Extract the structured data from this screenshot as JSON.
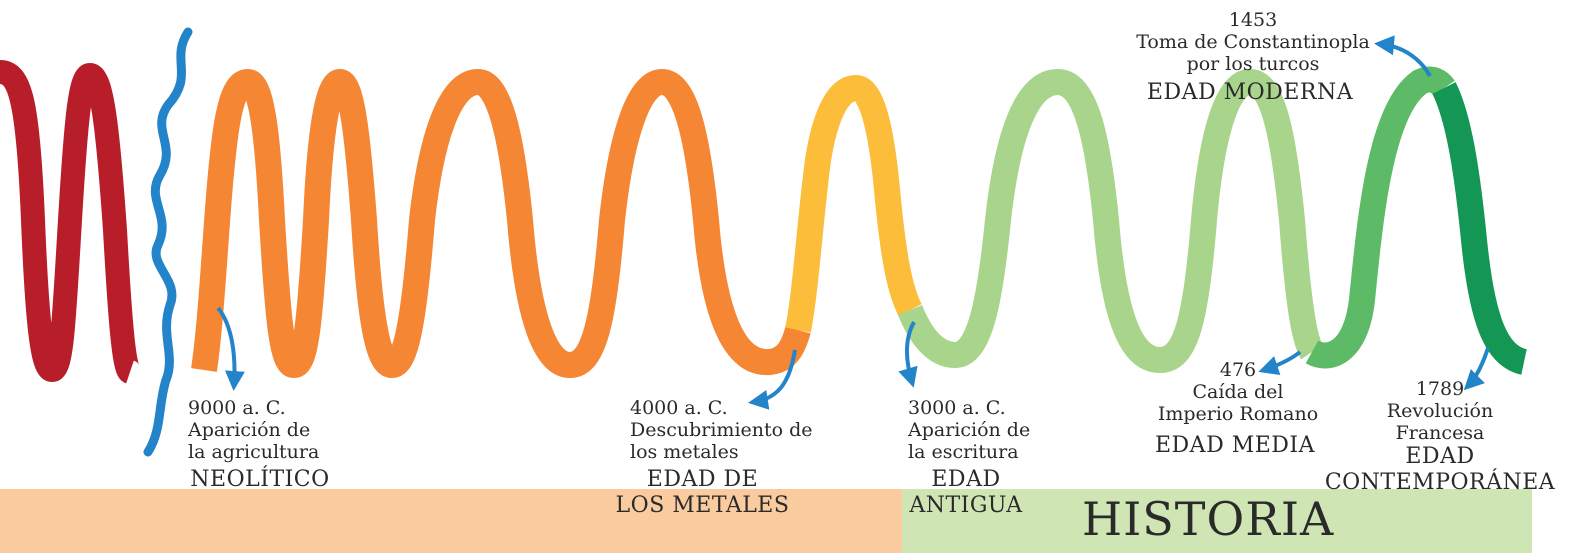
{
  "colors": {
    "red": "#b81e2a",
    "blue": "#2484c9",
    "orange": "#f58634",
    "yellow": "#fbbd3a",
    "light_green": "#a8d48c",
    "mid_green": "#5dbb67",
    "dark_green": "#149654",
    "band_prehistory": "#fbcba0",
    "band_history": "#cfe6b4"
  },
  "events": {
    "agriculture": {
      "date": "9000 a. C.",
      "line1": "Aparición de",
      "line2": "la agricultura"
    },
    "metals": {
      "date": "4000 a. C.",
      "line1": "Descubrimiento de",
      "line2": "los metales"
    },
    "writing": {
      "date": "3000 a. C.",
      "line1": "Aparición de",
      "line2": "la escritura"
    },
    "rome": {
      "date": "476",
      "line1": "Caída del",
      "line2": "Imperio Romano"
    },
    "constantinople": {
      "date": "1453",
      "line1": "Toma de Constantinopla",
      "line2": "por los turcos"
    },
    "revolution": {
      "date": "1789",
      "line1": "Revolución",
      "line2": "Francesa"
    }
  },
  "eras": {
    "neolithic": "NEOLÍTICO",
    "metals_line1": "EDAD DE",
    "metals_line2": "LOS METALES",
    "ancient_line1": "EDAD",
    "ancient_line2": "ANTIGUA",
    "middle": "EDAD MEDIA",
    "modern": "EDAD MODERNA",
    "contemporary_line1": "EDAD",
    "contemporary_line2": "CONTEMPORÁNEA"
  },
  "band_label": "HISTORIA"
}
